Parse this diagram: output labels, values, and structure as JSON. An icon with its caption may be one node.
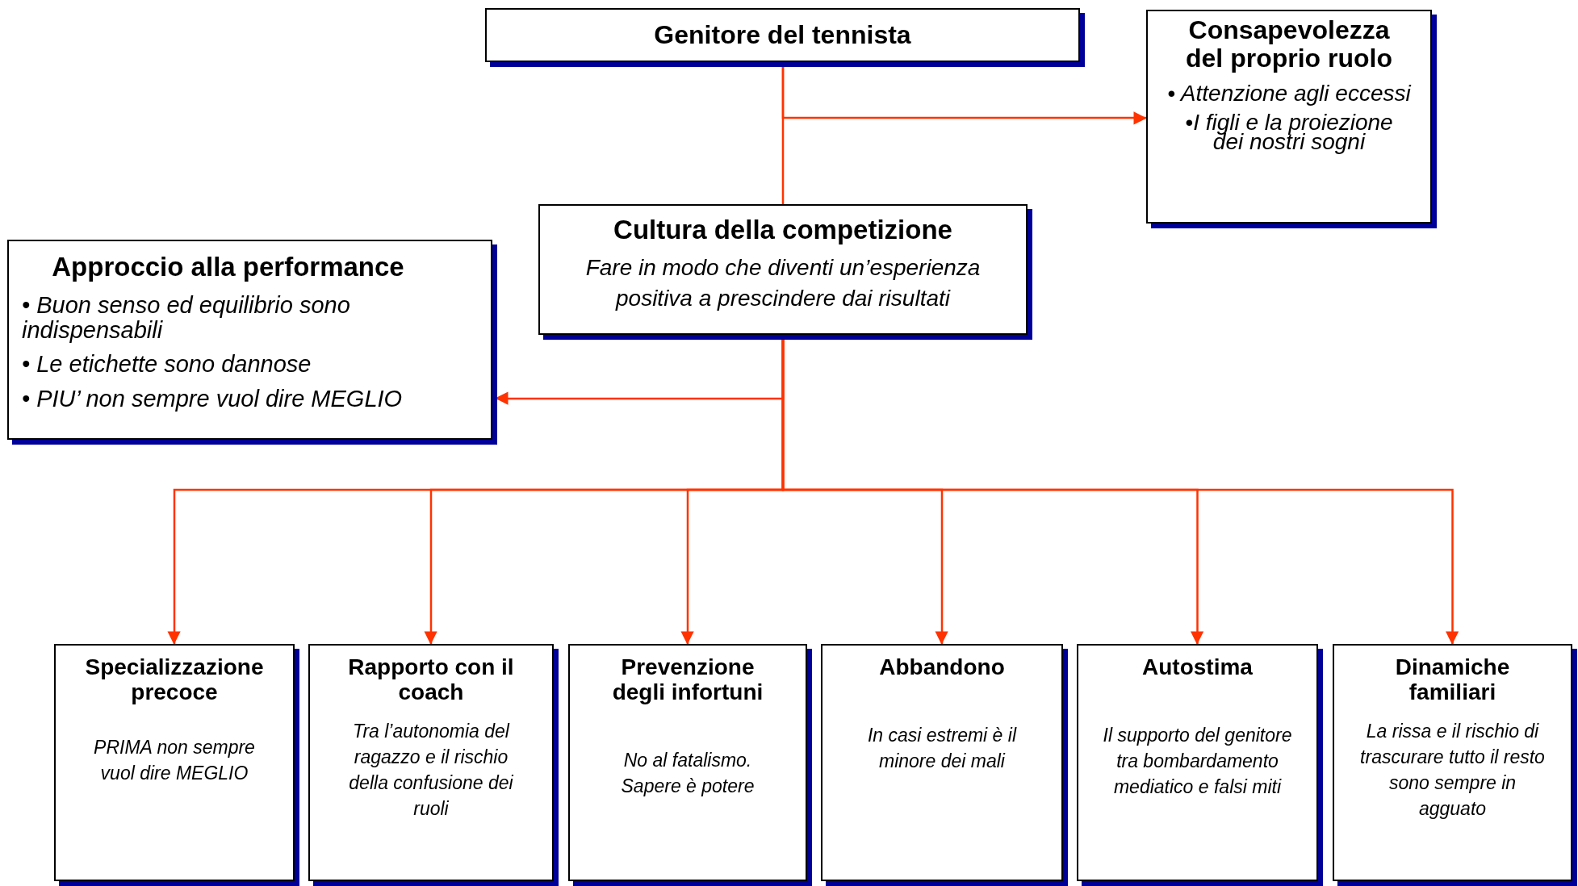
{
  "diagram": {
    "nodes": [
      {
        "text": [
          "Genitore del tennista"
        ]
      },
      {
        "text": [
          "Consapevolezza del proprio ruolo",
          "• Attenzione agli eccessi",
          "•I figli e la proiezione dei nostri sogni"
        ]
      },
      {
        "text": [
          "Cultura della competizione",
          "Fare in modo che diventi un’esperienza positiva a prescindere dai risultati"
        ]
      },
      {
        "text": [
          "Approccio alla performance",
          "• Buon senso ed equilibrio sono indispensabili",
          "• Le etichette sono dannose",
          "• PIU’ non sempre vuol dire MEGLIO"
        ]
      },
      {
        "text": [
          "Specializzazione precoce",
          "PRIMA non sempre vuol dire MEGLIO"
        ]
      },
      {
        "text": [
          "Rapporto con il coach",
          "Tra l’autonomia del ragazzo e il rischio della confusione dei ruoli"
        ]
      },
      {
        "text": [
          "Prevenzione degli infortuni",
          "No al fatalismo. Sapere è potere"
        ]
      },
      {
        "text": [
          "Abbandono",
          "In casi estremi è il minore dei mali"
        ]
      },
      {
        "text": [
          "Autostima",
          "Il supporto del genitore tra bombardamento mediatico e falsi miti"
        ]
      },
      {
        "text": [
          "Dinamiche familiari",
          "La rissa e il rischio di trascurare tutto il resto sono sempre in agguato"
        ]
      }
    ],
    "edges": [
      {
        "from": 0,
        "to": 1,
        "arrow": "to"
      },
      {
        "from": 0,
        "to": 2,
        "arrow": "none"
      },
      {
        "from": 2,
        "to": 3,
        "arrow": "to"
      },
      {
        "from": 2,
        "to": 4,
        "arrow": "to"
      },
      {
        "from": 2,
        "to": 5,
        "arrow": "to"
      },
      {
        "from": 2,
        "to": 6,
        "arrow": "to"
      },
      {
        "from": 2,
        "to": 7,
        "arrow": "to"
      },
      {
        "from": 2,
        "to": 8,
        "arrow": "to"
      },
      {
        "from": 2,
        "to": 9,
        "arrow": "to"
      }
    ]
  }
}
